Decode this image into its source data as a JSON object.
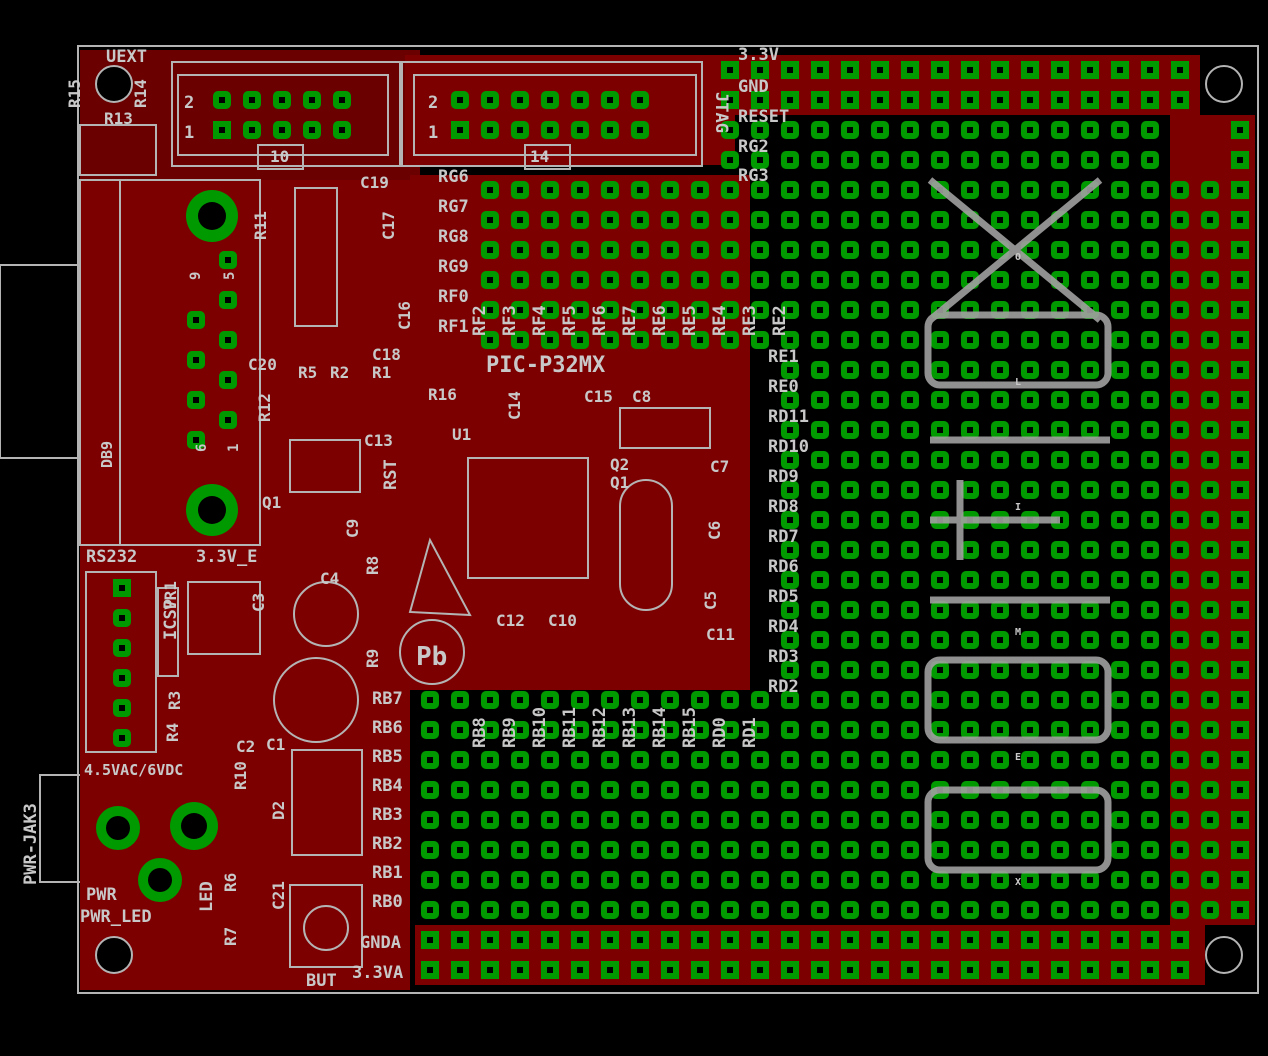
{
  "board": {
    "name": "PIC-P32MX",
    "connectors": {
      "uext": "UEXT",
      "jtag": "JTAG",
      "uext_pins": "10",
      "jtag_pins": "14",
      "pin_one": "1",
      "pin_two": "2",
      "rs232": "RS232",
      "icsp": "ICSP",
      "pwr_jack": "PWR-JAK3",
      "db9": "DB9",
      "db9_pin5": "5",
      "db9_pin9": "9",
      "db9_pin6": "6",
      "db9_pin1": "1"
    },
    "power": {
      "v33": "3.3V",
      "gnd": "GND",
      "reset": "RESET",
      "v33_e": "3.3V_E",
      "input": "4.5VAC/6VDC",
      "pwr": "PWR",
      "pwr_led": "PWR_LED",
      "gnda": "GNDA",
      "v33a": "3.3VA",
      "led": "LED",
      "but": "BUT",
      "rst": "RST",
      "pb": "Pb"
    },
    "components": [
      "R15",
      "R13",
      "R14",
      "C19",
      "R11",
      "C17",
      "C16",
      "C18",
      "C20",
      "R5",
      "R2",
      "R1",
      "R16",
      "R12",
      "C13",
      "C14",
      "C15",
      "C8",
      "U1",
      "Q2",
      "Q1",
      "C7",
      "C6",
      "C5",
      "C11",
      "C12",
      "C10",
      "Q1",
      "C9",
      "R8",
      "R9",
      "C4",
      "C3",
      "VR1",
      "R3",
      "R4",
      "C2",
      "C1",
      "R10",
      "C21",
      "R6",
      "R7",
      "D2"
    ],
    "top_labels": [
      "RG2",
      "RG3"
    ],
    "left_labels_upper": [
      "RG6",
      "RG7",
      "RG8",
      "RG9",
      "RF0",
      "RF1"
    ],
    "vertical_labels_top": [
      "RF2",
      "RF3",
      "RF4",
      "RF5",
      "RF6",
      "RE7",
      "RE6",
      "RE5",
      "RE4",
      "RE3",
      "RE2"
    ],
    "right_labels": [
      "RE1",
      "RE0",
      "RD11",
      "RD10",
      "RD9",
      "RD8",
      "RD7",
      "RD6",
      "RD5",
      "RD4",
      "RD3",
      "RD2"
    ],
    "vertical_labels_bottom": [
      "RB8",
      "RB9",
      "RB10",
      "RB11",
      "RB12",
      "RB13",
      "RB14",
      "RB15",
      "RD0",
      "RD1"
    ],
    "left_labels_lower": [
      "RB7",
      "RB6",
      "RB5",
      "RB4",
      "RB3",
      "RB2",
      "RB1",
      "RB0"
    ],
    "logo_letters": "OLIMEX"
  },
  "colors": {
    "background": "#000000",
    "copper": "#8b0000",
    "pad": "#009900",
    "silk": "#b4b4b4",
    "text": "#c8c8c8"
  }
}
